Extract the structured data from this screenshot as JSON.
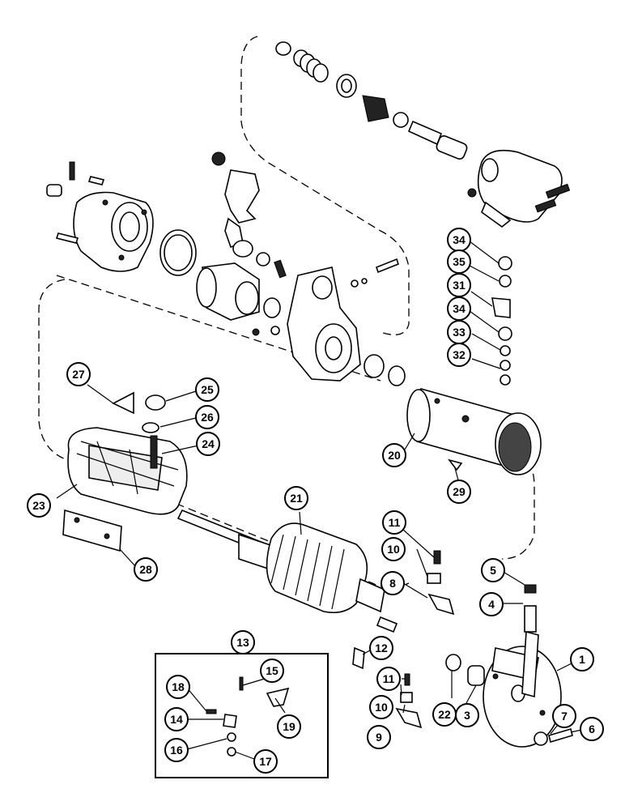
{
  "diagram": {
    "callouts": [
      {
        "id": "c1",
        "label": "1"
      },
      {
        "id": "c3",
        "label": "3"
      },
      {
        "id": "c4",
        "label": "4"
      },
      {
        "id": "c5",
        "label": "5"
      },
      {
        "id": "c6",
        "label": "6"
      },
      {
        "id": "c7",
        "label": "7"
      },
      {
        "id": "c8",
        "label": "8"
      },
      {
        "id": "c9",
        "label": "9"
      },
      {
        "id": "c10a",
        "label": "10"
      },
      {
        "id": "c10b",
        "label": "10"
      },
      {
        "id": "c11a",
        "label": "11"
      },
      {
        "id": "c11b",
        "label": "11"
      },
      {
        "id": "c12",
        "label": "12"
      },
      {
        "id": "c13",
        "label": "13"
      },
      {
        "id": "c14",
        "label": "14"
      },
      {
        "id": "c15",
        "label": "15"
      },
      {
        "id": "c16",
        "label": "16"
      },
      {
        "id": "c17",
        "label": "17"
      },
      {
        "id": "c18",
        "label": "18"
      },
      {
        "id": "c19",
        "label": "19"
      },
      {
        "id": "c20",
        "label": "20"
      },
      {
        "id": "c21",
        "label": "21"
      },
      {
        "id": "c22",
        "label": "22"
      },
      {
        "id": "c23",
        "label": "23"
      },
      {
        "id": "c24",
        "label": "24"
      },
      {
        "id": "c25",
        "label": "25"
      },
      {
        "id": "c26",
        "label": "26"
      },
      {
        "id": "c27",
        "label": "27"
      },
      {
        "id": "c28",
        "label": "28"
      },
      {
        "id": "c29",
        "label": "29"
      },
      {
        "id": "c31",
        "label": "31"
      },
      {
        "id": "c32",
        "label": "32"
      },
      {
        "id": "c33",
        "label": "33"
      },
      {
        "id": "c34a",
        "label": "34"
      },
      {
        "id": "c34b",
        "label": "34"
      },
      {
        "id": "c35",
        "label": "35"
      }
    ]
  }
}
